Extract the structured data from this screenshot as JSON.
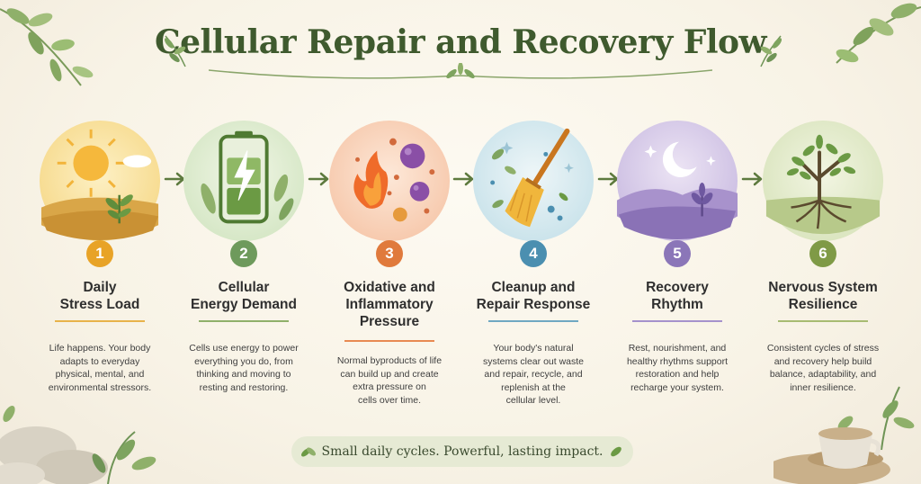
{
  "title": "Cellular Repair and Recovery Flow",
  "steps": [
    {
      "number": "1",
      "name_line1": "Daily",
      "name_line2": "Stress Load",
      "name_line3": "",
      "description": [
        "Life happens. Your body",
        "adapts to everyday",
        "physical, mental, and",
        "environmental stressors."
      ],
      "color": "#e8a327",
      "icon": "sun-with-sprout-icon"
    },
    {
      "number": "2",
      "name_line1": "Cellular",
      "name_line2": "Energy Demand",
      "name_line3": "",
      "description": [
        "Cells use energy to power",
        "everything you do, from",
        "thinking and moving to",
        "resting and restoring."
      ],
      "color": "#6e9a5c",
      "icon": "battery-bolt-icon"
    },
    {
      "number": "3",
      "name_line1": "Oxidative and",
      "name_line2": "Inflammatory",
      "name_line3": "Pressure",
      "description": [
        "Normal byproducts of life",
        "can build up and create",
        "extra pressure on",
        "cells over time."
      ],
      "color": "#e07a3c",
      "icon": "flame-molecules-icon"
    },
    {
      "number": "4",
      "name_line1": "Cleanup and",
      "name_line2": "Repair Response",
      "name_line3": "",
      "description": [
        "Your body's natural",
        "systems clear out waste",
        "and repair, recycle, and",
        "replenish at the",
        "cellular level."
      ],
      "color": "#4b8fb0",
      "icon": "broom-icon"
    },
    {
      "number": "5",
      "name_line1": "Recovery",
      "name_line2": "Rhythm",
      "name_line3": "",
      "description": [
        "Rest, nourishment, and",
        "healthy rhythms support",
        "restoration and help",
        "recharge your system."
      ],
      "color": "#8b76b8",
      "icon": "moon-mountains-icon"
    },
    {
      "number": "6",
      "name_line1": "Nervous System",
      "name_line2": "Resilience",
      "name_line3": "",
      "description": [
        "Consistent cycles of stress",
        "and recovery help build",
        "balance, adaptability, and",
        "inner resilience."
      ],
      "color": "#7f9a46",
      "icon": "tree-roots-icon"
    }
  ],
  "footer": "Small daily cycles. Powerful, lasting impact."
}
